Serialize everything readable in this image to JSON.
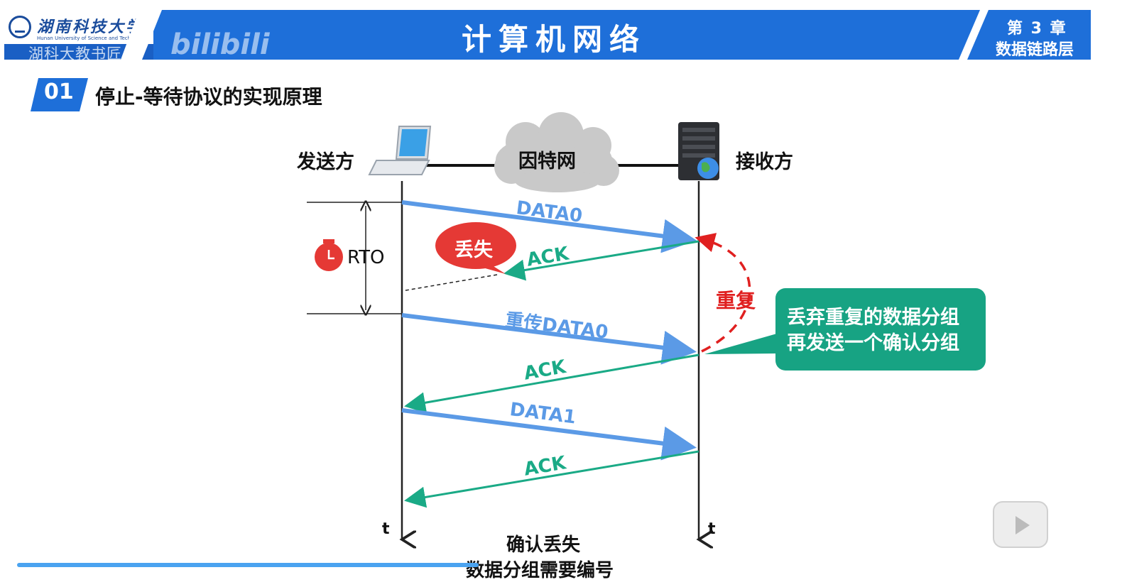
{
  "header": {
    "university_name": "湖南科技大学",
    "university_english": "Hunan University of Science and Technology",
    "watermark_text": "湖科大教书匠",
    "watermark_brand": "bilibili",
    "course_title": "计算机网络",
    "chapter_label": "第 3 章",
    "chapter_name": "数据链路层"
  },
  "section": {
    "number": "01",
    "title": "停止-等待协议的实现原理"
  },
  "diagram": {
    "sender_label": "发送方",
    "receiver_label": "接收方",
    "internet_label": "因特网",
    "timer_label": "RTO",
    "time_axis_label": "t",
    "lost_bubble": "丢失",
    "duplicate_label": "重复",
    "callout_lines": [
      "丢弃重复的数据分组",
      "再发送一个确认分组"
    ],
    "caption_lines": [
      "确认丢失",
      "数据分组需要编号"
    ],
    "messages": [
      {
        "label": "DATA0",
        "direction": "sender-to-receiver",
        "kind": "data"
      },
      {
        "label": "ACK",
        "direction": "receiver-to-sender",
        "kind": "ack",
        "lost": true
      },
      {
        "label": "重传DATA0",
        "direction": "sender-to-receiver",
        "kind": "data"
      },
      {
        "label": "ACK",
        "direction": "receiver-to-sender",
        "kind": "ack"
      },
      {
        "label": "DATA1",
        "direction": "sender-to-receiver",
        "kind": "data"
      },
      {
        "label": "ACK",
        "direction": "receiver-to-sender",
        "kind": "ack"
      }
    ]
  },
  "colors": {
    "banner_blue": "#1e6fd9",
    "data_arrow": "#5b9ae6",
    "ack_arrow": "#1aaa86",
    "lost_bubble": "#e53935",
    "duplicate_red": "#e02020",
    "callout_green": "#17a383"
  },
  "icons": {
    "sender": "laptop-icon",
    "receiver": "server-icon",
    "network": "cloud-icon",
    "timer": "stopwatch-icon",
    "player": "play-icon"
  },
  "player": {
    "progress": 0.42
  }
}
